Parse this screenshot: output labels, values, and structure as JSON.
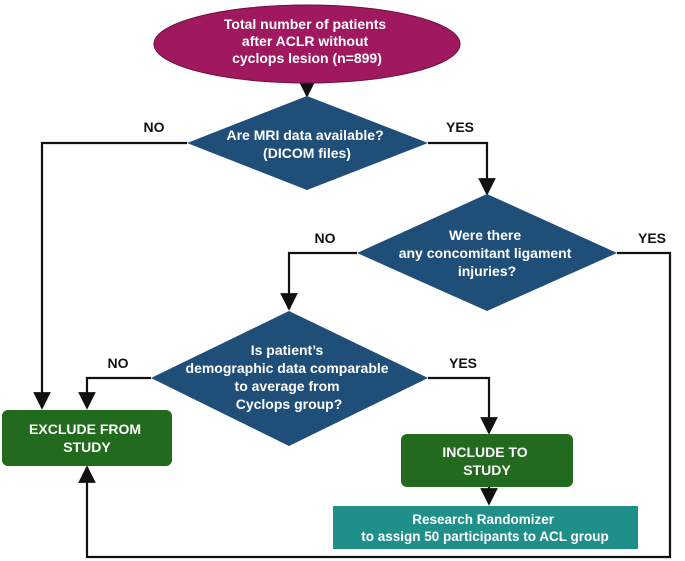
{
  "colors": {
    "start": "#a0195f",
    "decision": "#1f4e79",
    "action": "#226b1e",
    "process": "#1f8f8a",
    "line": "#111111",
    "text": "#ffffff",
    "label": "#111111"
  },
  "nodes": {
    "start": {
      "lines": [
        "Total number of patients",
        "after ACLR without",
        "cyclops lesion (n=899)"
      ]
    },
    "mri": {
      "lines": [
        "Are MRI data available?",
        "(DICOM files)"
      ]
    },
    "ligament": {
      "lines": [
        "Were there",
        "any concomitant ligament",
        "injuries?"
      ]
    },
    "demographic": {
      "lines": [
        "Is patient’s",
        "demographic data comparable",
        "to average from",
        "Cyclops group?"
      ]
    },
    "exclude": {
      "lines": [
        "EXCLUDE FROM",
        "STUDY"
      ]
    },
    "include": {
      "lines": [
        "INCLUDE TO",
        "STUDY"
      ]
    },
    "randomizer": {
      "lines": [
        "Research Randomizer",
        "to assign 50 participants to ACL group"
      ]
    }
  },
  "edges": {
    "mri_no": "NO",
    "mri_yes": "YES",
    "ligament_no": "NO",
    "ligament_yes": "YES",
    "demographic_no": "NO",
    "demographic_yes": "YES"
  }
}
